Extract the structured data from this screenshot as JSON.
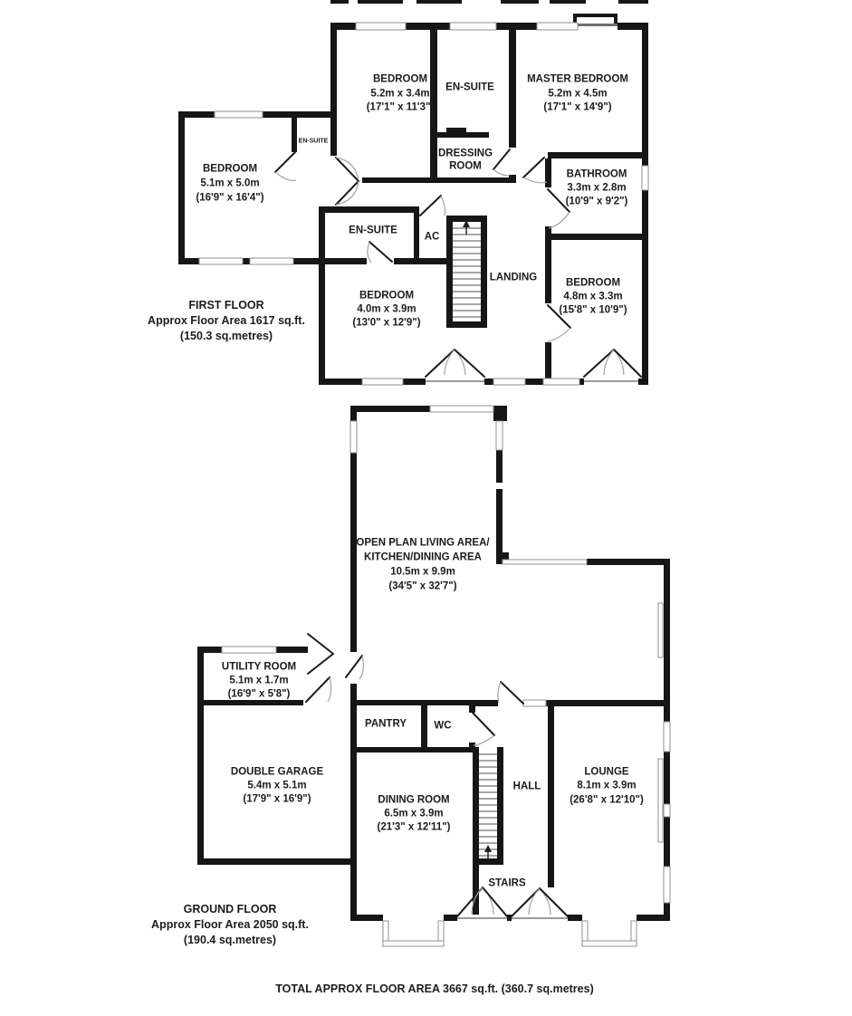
{
  "colors": {
    "background": "#ffffff",
    "wall": "#161616",
    "window_frame": "#8f8f8f",
    "text": "#1c1c1c"
  },
  "first_floor": {
    "caption": {
      "line1": "FIRST FLOOR",
      "line2": "Approx Floor Area 1617 sq.ft.",
      "line3": "(150.3 sq.metres)"
    },
    "rooms": {
      "bedroom_52": {
        "name": "BEDROOM",
        "metric": "5.2m x 3.4m",
        "imperial": "(17'1\" x 11'3\")"
      },
      "ensuite_top": {
        "name": "EN-SUITE"
      },
      "master_bedroom": {
        "name": "MASTER BEDROOM",
        "metric": "5.2m x 4.5m",
        "imperial": "(17'1\" x 14'9\")"
      },
      "dressing_room": {
        "name_line1": "DRESSING",
        "name_line2": "ROOM"
      },
      "bathroom": {
        "name": "BATHROOM",
        "metric": "3.3m x 2.8m",
        "imperial": "(10'9\" x 9'2\")"
      },
      "bedroom_51": {
        "name": "BEDROOM",
        "metric": "5.1m x 5.0m",
        "imperial": "(16'9\" x 16'4\")"
      },
      "ensuite_small": {
        "name": "EN-SUITE"
      },
      "ensuite_mid": {
        "name": "EN-SUITE"
      },
      "ac": {
        "name": "AC"
      },
      "bedroom_40": {
        "name": "BEDROOM",
        "metric": "4.0m x 3.9m",
        "imperial": "(13'0\" x 12'9\")"
      },
      "landing": {
        "name": "LANDING"
      },
      "bedroom_48": {
        "name": "BEDROOM",
        "metric": "4.8m x 3.3m",
        "imperial": "(15'8\" x 10'9\")"
      }
    }
  },
  "ground_floor": {
    "caption": {
      "line1": "GROUND FLOOR",
      "line2": "Approx Floor Area 2050 sq.ft.",
      "line3": "(190.4 sq.metres)"
    },
    "rooms": {
      "open_plan": {
        "name_line1": "OPEN PLAN LIVING AREA/",
        "name_line2": "KITCHEN/DINING AREA",
        "metric": "10.5m x 9.9m",
        "imperial": "(34'5\" x 32'7\")"
      },
      "utility": {
        "name": "UTILITY ROOM",
        "metric": "5.1m x 1.7m",
        "imperial": "(16'9\" x 5'8\")"
      },
      "garage": {
        "name": "DOUBLE GARAGE",
        "metric": "5.4m x 5.1m",
        "imperial": "(17'9\" x 16'9\")"
      },
      "pantry": {
        "name": "PANTRY"
      },
      "wc": {
        "name": "WC"
      },
      "dining": {
        "name": "DINING ROOM",
        "metric": "6.5m x 3.9m",
        "imperial": "(21'3\" x 12'11\")"
      },
      "hall": {
        "name": "HALL"
      },
      "stairs": {
        "name": "STAIRS"
      },
      "lounge": {
        "name": "LOUNGE",
        "metric": "8.1m x 3.9m",
        "imperial": "(26'8\" x 12'10\")"
      }
    }
  },
  "footer": {
    "total": "TOTAL APPROX FLOOR AREA 3667 sq.ft. (360.7 sq.metres)"
  }
}
